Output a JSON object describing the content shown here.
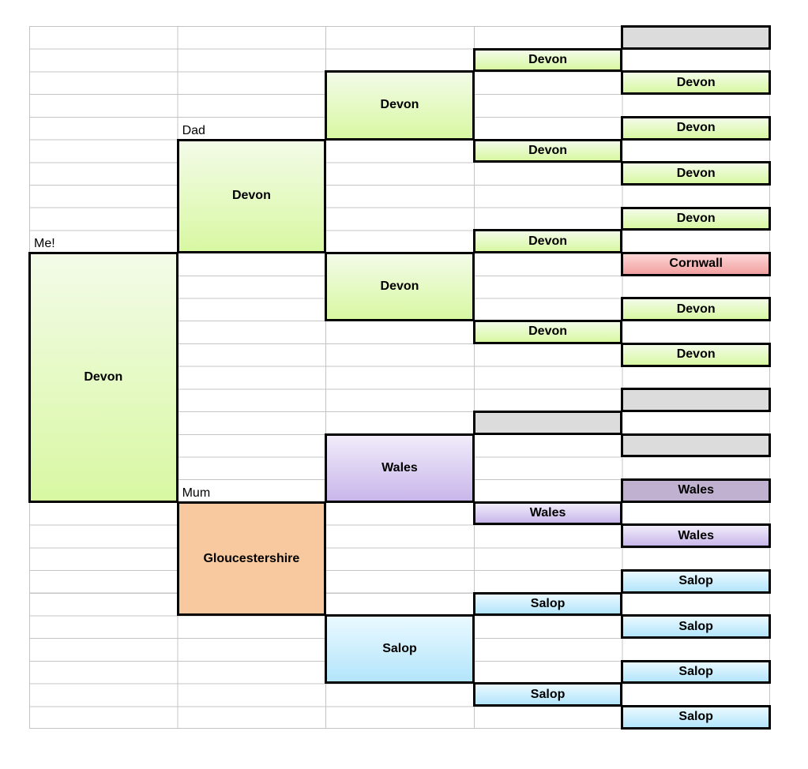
{
  "labels": {
    "me": "Me!",
    "dad": "Dad",
    "mum": "Mum"
  },
  "generation1": {
    "me": "Devon"
  },
  "generation2": {
    "father": "Devon",
    "mother": "Gloucestershire"
  },
  "generation3": [
    "Devon",
    "Devon",
    "Wales",
    "Salop"
  ],
  "generation4": [
    "Devon",
    "Devon",
    "Devon",
    "Devon",
    "",
    "Wales",
    "Salop",
    "Salop"
  ],
  "generation5": [
    "",
    "Devon",
    "Devon",
    "Devon",
    "Devon",
    "Cornwall",
    "Devon",
    "Devon",
    "",
    "",
    "Wales",
    "Wales",
    "Salop",
    "Salop",
    "Salop",
    "Salop"
  ],
  "colors": {
    "devon": "#d8f8a2",
    "wales": "#c8b6ea",
    "salop": "#b3e5fb",
    "gloucestershire": "#f8c99f",
    "cornwall": "#f2a0a0",
    "unknown": "#dcdcdc"
  }
}
